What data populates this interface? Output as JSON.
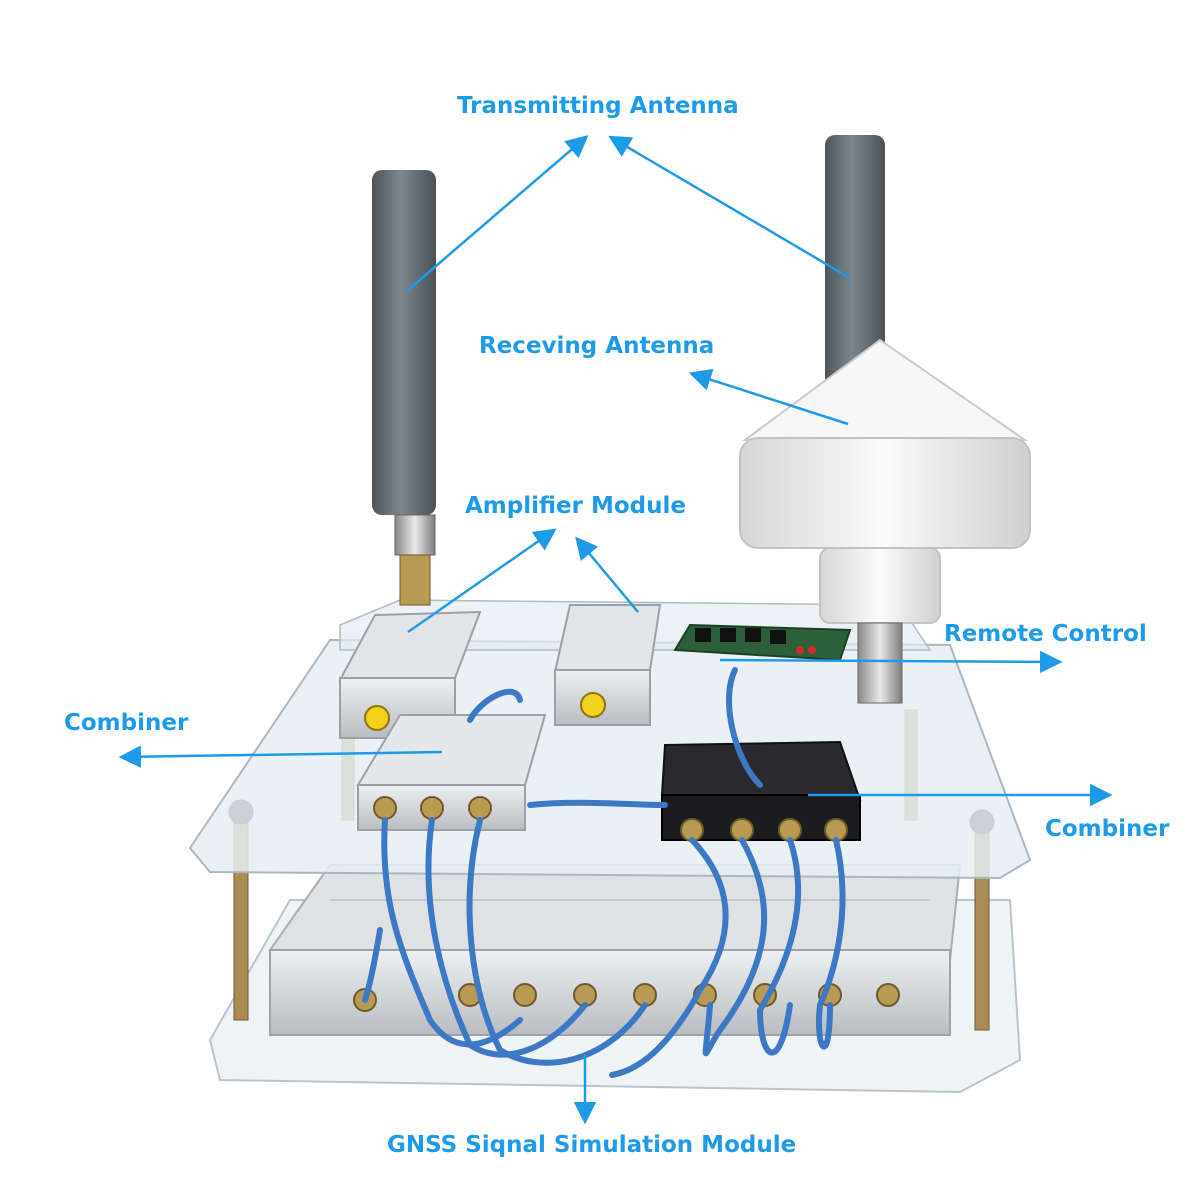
{
  "labels": {
    "transmitting_antenna": "Transmitting Antenna",
    "receiving_antenna": "Receving Antenna",
    "amplifier_module": "Amplifier Module",
    "remote_control": "Remote Control",
    "combiner_left": "Combiner",
    "combiner_right": "Combiner",
    "gnss_module": "GNSS Siqnal Simulation Module"
  },
  "colors": {
    "label_blue": "#1e9be8",
    "arrow_blue": "#1e9be8",
    "antenna_grey": "#5f6870",
    "acrylic": "#e6eef2",
    "aluminum": "#d7dadd",
    "combiner_black": "#1c1c1f",
    "cable_blue": "#3d78c4",
    "dome_white": "#f2f2f2",
    "sma_gold": "#b99a52"
  },
  "icons": {
    "arrowhead": "arrow-head-icon"
  }
}
